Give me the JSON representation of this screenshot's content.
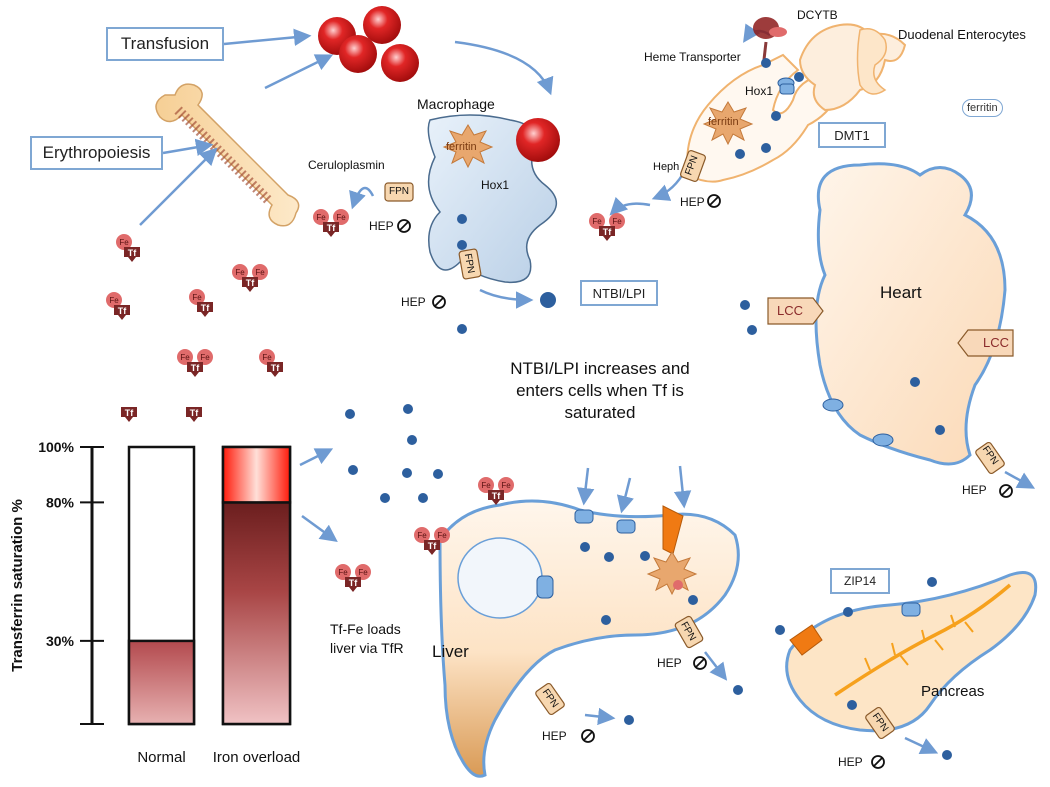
{
  "labels": {
    "transfusion": "Transfusion",
    "erythropoiesis": "Erythropoiesis",
    "macrophage": "Macrophage",
    "ferritin": "ferritin",
    "hox1": "Hox1",
    "ceruloplasmin": "Ceruloplasmin",
    "fpn": "FPN",
    "hep": "HEP",
    "fe": "Fe",
    "tf": "Tf",
    "dcytb": "DCYTB",
    "heme_transporter": "Heme Transporter",
    "duodenal_enterocytes": "Duodenal Enterocytes",
    "dmt1": "DMT1",
    "heph": "Heph",
    "ntbi_lpi": "NTBI/LPI",
    "heart": "Heart",
    "lcc": "LCC",
    "ntbi_note_line1": "NTBI/LPI increases and",
    "ntbi_note_line2": "enters  cells when Tf is",
    "ntbi_note_line3": "saturated",
    "tf_fe_line1": "Tf-Fe loads",
    "tf_fe_line2": "liver via TfR",
    "liver": "Liver",
    "zip14": "ZIP14",
    "pancreas": "Pancreas"
  },
  "chart_data": {
    "type": "bar",
    "ylabel": "Transferrin saturation %",
    "yticks": [
      "100%",
      "80%",
      "30%"
    ],
    "categories": [
      "Normal",
      "Iron overload"
    ],
    "values": [
      30,
      100
    ],
    "threshold": 80,
    "ylim": [
      0,
      100
    ]
  },
  "colors": {
    "arrow": "#6f9bd2",
    "iron_dot": "#2d5f9e",
    "fe_circle": "#e06b6b",
    "tf_box": "#7a2626",
    "membrane": "#6a9fd8",
    "bar_low": "#b8575a",
    "bar_high": "#ff2a10"
  }
}
